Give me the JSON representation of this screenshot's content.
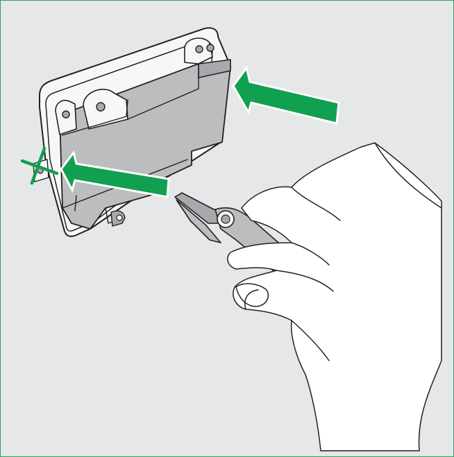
{
  "figure": {
    "kind": "instruction-illustration",
    "text": [],
    "colors": {
      "background": "#e6e7e8",
      "frame_border": "#2aa35a",
      "accent_green": "#10a050",
      "module_light": "#f7f7f7",
      "module_body": "#bcbdbf",
      "module_dark": "#a7a9ac",
      "outline": "#231f20",
      "hand_fill": "#ffffff"
    },
    "icons": [
      "push-arrow-icon",
      "push-arrow-icon",
      "crossed-out-mark-icon"
    ],
    "elements": [
      "module-housing",
      "mounting-tab-screw",
      "side-cutter-pliers",
      "hand"
    ]
  }
}
